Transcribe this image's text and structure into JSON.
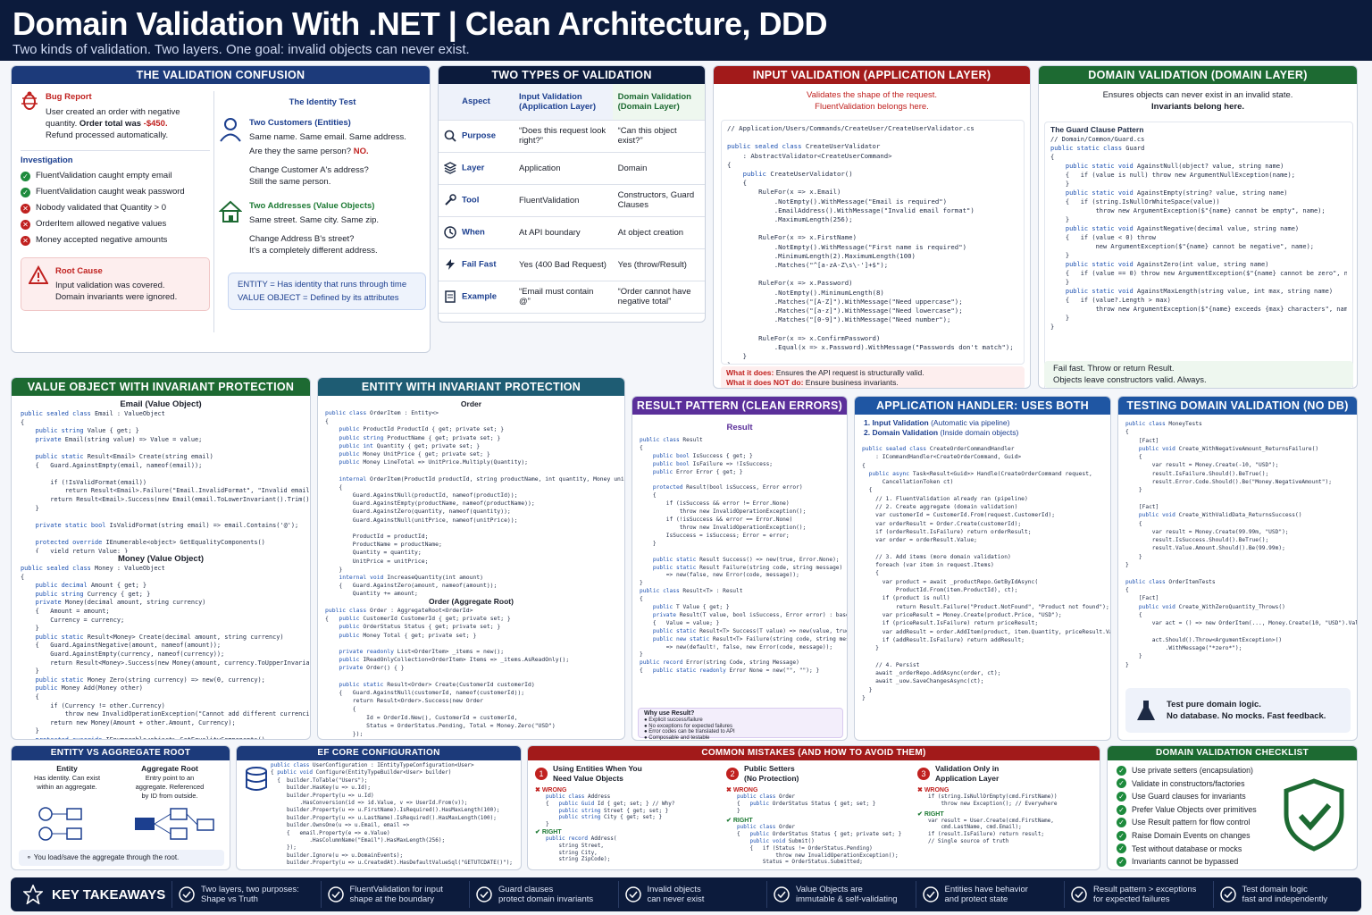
{
  "header": {
    "title": "Domain Validation With .NET  |  Clean Architecture, DDD",
    "subtitle": "Two kinds of validation. Two layers. One goal: invalid objects can never exist."
  },
  "confusion": {
    "title": "THE VALIDATION CONFUSION",
    "bug_title": "Bug Report",
    "bug_text1": "User created an order with negative",
    "bug_text2a": "quantity. ",
    "bug_text2b": "Order total was ",
    "bug_text2c": "-$450.",
    "bug_text3": "Refund processed automatically.",
    "investigation": "Investigation",
    "checks": [
      {
        "ok": true,
        "text": "FluentValidation caught empty email"
      },
      {
        "ok": true,
        "text": "FluentValidation caught weak password"
      },
      {
        "ok": false,
        "text": "Nobody validated that Quantity > 0"
      },
      {
        "ok": false,
        "text": "OrderItem allowed negative values"
      },
      {
        "ok": false,
        "text": "Money accepted negative amounts"
      }
    ],
    "root_title": "Root Cause",
    "root_l1": "Input validation was covered.",
    "root_l2": "Domain invariants were ignored.",
    "identity_title": "The Identity Test",
    "customers_title": "Two Customers (Entities)",
    "customers_l1": "Same name. Same email. Same address.",
    "customers_l2": "Are they the same person? ",
    "customers_no": "NO.",
    "customers_l3": "Change Customer A's address?",
    "customers_l4": "Still the same person.",
    "addresses_title": "Two Addresses (Value Objects)",
    "addresses_l1": "Same street. Same city. Same zip.",
    "addresses_l2": "Change Address B's street?",
    "addresses_l3": "It's a completely different address.",
    "entity_def": "ENTITY = Has identity that runs through time",
    "vo_def": "VALUE OBJECT = Defined by its attributes"
  },
  "two_types": {
    "title": "TWO TYPES OF VALIDATION",
    "col_aspect": "Aspect",
    "col_input": "Input Validation (Application Layer)",
    "col_domain": "Domain Validation (Domain Layer)",
    "rows": [
      {
        "icon": "search-icon",
        "aspect": "Purpose",
        "input": "“Does this request look right?”",
        "domain": "“Can this object exist?”"
      },
      {
        "icon": "layers-icon",
        "aspect": "Layer",
        "input": "Application",
        "domain": "Domain"
      },
      {
        "icon": "wrench-icon",
        "aspect": "Tool",
        "input": "FluentValidation",
        "domain": "Constructors, Guard Clauses"
      },
      {
        "icon": "clock-icon",
        "aspect": "When",
        "input": "At API boundary",
        "domain": "At object creation"
      },
      {
        "icon": "bolt-icon",
        "aspect": "Fail Fast",
        "input": "Yes (400 Bad Request)",
        "domain": "Yes (throw/Result)"
      },
      {
        "icon": "doc-icon",
        "aspect": "Example",
        "input": "“Email must contain @”",
        "domain": "“Order cannot have negative total”"
      }
    ]
  },
  "input_val": {
    "title": "INPUT VALIDATION (APPLICATION LAYER)",
    "lead1": "Validates the shape of the request.",
    "lead2": "FluentValidation belongs here.",
    "what_does_label": "What it does:",
    "what_does": "Ensures the API request is structurally valid.",
    "not_label": "What it does NOT do:",
    "not_do": "Ensure business invariants."
  },
  "domain_val": {
    "title": "DOMAIN VALIDATION (DOMAIN LAYER)",
    "lead1": "Ensures objects can never exist in an invalid state.",
    "lead2": "Invariants belong here.",
    "guard_title": "The Guard Clause Pattern",
    "foot1": "Fail fast. Throw or return Result.",
    "foot2": "Objects leave constructors valid. Always."
  },
  "vo_card": {
    "title": "VALUE OBJECT WITH INVARIANT PROTECTION",
    "email_head": "Email (Value Object)",
    "money_head": "Money (Value Object)"
  },
  "entity_card": {
    "title": "ENTITY WITH INVARIANT PROTECTION",
    "head1": "Order",
    "head2": "Order (Aggregate Root)"
  },
  "result_card": {
    "title": "RESULT PATTERN (CLEAN ERRORS)",
    "head": "Result",
    "why_title": "Why use Result?",
    "why1": "Explicit success/failure",
    "why2": "No exceptions for expected failures",
    "why3": "Error codes can be translated to API",
    "why4": "Composable and testable"
  },
  "handler_card": {
    "title": "APPLICATION HANDLER: USES BOTH",
    "step1a": "1.  Input Validation",
    "step1b": " (Automatic via pipeline)",
    "step2a": "2.  Domain Validation",
    "step2b": " (Inside domain objects)"
  },
  "testing_card": {
    "title": "TESTING DOMAIN VALIDATION (NO DB)",
    "foot1": "Test pure domain logic.",
    "foot2": "No database. No mocks. Fast feedback."
  },
  "aggregate_card": {
    "title": "ENTITY vs AGGREGATE ROOT",
    "entity_head": "Entity",
    "entity_l1": "Has identity. Can exist",
    "entity_l2": "within an aggregate.",
    "root_head": "Aggregate Root",
    "root_l1": "Entry point to an",
    "root_l2": "aggregate. Referenced",
    "root_l3": "by ID from outside.",
    "note": "You load/save the aggregate through the root."
  },
  "ef_card": {
    "title": "EF CORE CONFIGURATION"
  },
  "mistakes_card": {
    "title": "COMMON MISTAKES (AND HOW TO AVOID THEM)",
    "wrong": "WRONG",
    "right": "RIGHT",
    "m1_num": "1",
    "m1_l1": "Using Entities When You",
    "m1_l2": "Need Value Objects",
    "m2_num": "2",
    "m2_l1": "Public Setters",
    "m2_l2": "(No Protection)",
    "m3_num": "3",
    "m3_l1": "Validation Only in",
    "m3_l2": "Application Layer"
  },
  "checklist": {
    "title": "DOMAIN VALIDATION CHECKLIST",
    "items": [
      "Use private setters (encapsulation)",
      "Validate in constructors/factories",
      "Use Guard clauses for invariants",
      "Prefer Value Objects over primitives",
      "Use Result pattern for flow control",
      "Raise Domain Events on changes",
      "Test without database or mocks",
      "Invariants cannot be bypassed"
    ]
  },
  "takeaways": {
    "head": "KEY TAKEAWAYS",
    "items": [
      {
        "icon": "star-icon",
        "l1": "Two layers, two purposes:",
        "l2": "Shape vs Truth"
      },
      {
        "icon": "filter-icon",
        "l1": "FluentValidation for input",
        "l2": "shape at the boundary"
      },
      {
        "icon": "shield-icon",
        "l1": "Guard clauses",
        "l2": "protect domain invariants"
      },
      {
        "icon": "check-circle-icon",
        "l1": "Invalid objects",
        "l2": "can never exist"
      },
      {
        "icon": "gem-icon",
        "l1": "Value Objects are",
        "l2": "immutable & self-validating"
      },
      {
        "icon": "building-icon",
        "l1": "Entities have behavior",
        "l2": "and protect state"
      },
      {
        "icon": "return-icon",
        "l1": "Result pattern > exceptions",
        "l2": "for expected failures"
      },
      {
        "icon": "flask-icon",
        "l1": "Test domain logic",
        "l2": "fast and independently"
      }
    ]
  },
  "colors": {
    "navy": "#0c1b3c",
    "red": "#a21a1a",
    "green": "#1d6a32",
    "purple": "#5b2f9a",
    "blue": "#1f56a3"
  }
}
